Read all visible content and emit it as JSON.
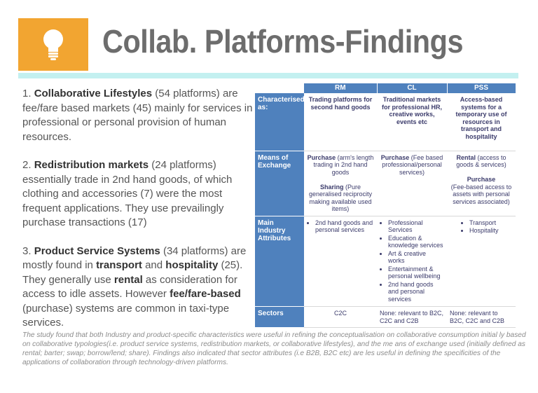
{
  "header": {
    "icon": "lightbulb-icon",
    "title": "Collab. Platforms-Findings"
  },
  "colors": {
    "logo_bg": "#f2a531",
    "rule": "#c3f0f0",
    "table_header": "#4f81bd"
  },
  "findings": [
    {
      "number": "1. ",
      "bold": "Collaborative Lifestyles",
      "text": " (54 platforms) are fee/fare based markets (45) mainly for services in professional or personal provision of human resources."
    },
    {
      "number": "2. ",
      "bold": "Redistribution markets",
      "text": " (24 platforms) essentially trade in 2nd hand goods, of which clothing and accessories (7) were the most frequent applications. They use prevailingly purchase transactions (17)"
    },
    {
      "number": "3. ",
      "bold": "Product Service Systems",
      "text_a": " (34 platforms) are mostly found in ",
      "bold_b": "transport",
      "text_b": " and ",
      "bold_c": "hospitality",
      "text_c": " (25). They generally use ",
      "bold_d": "rental",
      "text_d": " as consideration for access to idle assets. However ",
      "bold_e": "fee/fare-based",
      "text_e": " (purchase) systems are common in taxi-type services."
    }
  ],
  "table": {
    "columns": [
      "RM",
      "CL",
      "PSS"
    ],
    "rows": {
      "characterised": {
        "label": "Characterised as:",
        "rm": "Trading platforms for second hand goods",
        "cl": "Traditional markets for professional HR, creative works, events etc",
        "pss": "Access-based systems for a temporary use of resources in transport and hospitality"
      },
      "exchange": {
        "label": "Means of Exchange",
        "rm_bold": "Purchase",
        "rm_text": " (arm's length trading in 2nd hand goods",
        "rm_bold2": "Sharing",
        "rm_text2": " (Pure generalised reciprocity making available used items)",
        "cl_bold": "Purchase",
        "cl_text": " (Fee based professional/personal services)",
        "pss_bold": "Rental",
        "pss_text": " (access to goods & services)",
        "pss_bold2": "Purchase",
        "pss_text2": "(Fee-based access to assets with personal services associated)"
      },
      "attributes": {
        "label": "Main Industry Attributes",
        "rm": [
          "2nd hand goods and personal services"
        ],
        "cl": [
          "Professional Services",
          "Education & knowledge services",
          "Art & creative works",
          "Entertainment & personal wellbeing",
          "2nd hand goods and personal services"
        ],
        "pss": [
          "Transport",
          "Hospitality"
        ]
      },
      "sectors": {
        "label": "Sectors",
        "rm": "C2C",
        "cl": "None: relevant to B2C, C2C and C2B",
        "pss": "None: relevant to B2C, C2C and C2B"
      }
    }
  },
  "note": "The study found that both Industry and product-specific characteristics were useful in refining the conceptualisation on collaborative consumption initial ly based on collaborative typologies(i.e. product service systems, redistribution markets, or collaborative lifestyles), and the me ans of exchange used (initially defined as rental; barter; swap; borrow/lend; share). Findings also indicated that sector attributes (i.e B2B, B2C etc) are les useful in defining the specificities of the applications of collaboration through technology-driven platforms."
}
